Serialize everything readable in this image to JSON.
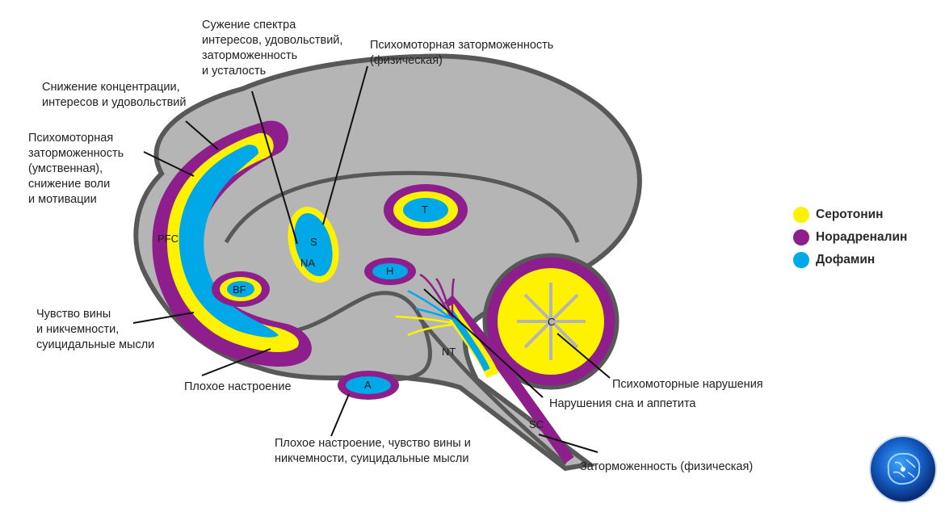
{
  "colors": {
    "brain_fill": "#b5b5b5",
    "outline": "#585858",
    "serotonin": "#fff200",
    "noradrenaline": "#8e1e8c",
    "dopamine": "#00a8e8"
  },
  "regions": {
    "pfc": "PFC",
    "bf": "BF",
    "s": "S",
    "na": "NA",
    "t": "T",
    "h": "H",
    "a": "A",
    "nt": "NT",
    "c": "C",
    "sc": "SC"
  },
  "labels": {
    "narrowing": "Сужение спектра\nинтересов, удовольствий,\nзаторможенность\nи усталость",
    "psychomotor_physical": "Психомоторная заторможенность\n(физическая)",
    "concentration": "Снижение концентрации,\nинтересов и удовольствий",
    "psychomotor_mental": "Психомоторная\nзаторможенность\n(умственная),\nснижение воли\nи мотивации",
    "guilt": "Чувство вины\nи никчемности,\nсуицидальные мысли",
    "bad_mood": "Плохое настроение",
    "bad_mood_guilt": "Плохое настроение, чувство вины и\nникчемности, суицидальные мысли",
    "psychomotor_disorders": "Психомоторные нарушения",
    "sleep": "Нарушения сна и аппетита",
    "retardation": "Заторможенность (физическая)"
  },
  "legend": [
    {
      "label": "Серотонин",
      "color": "#fff200"
    },
    {
      "label": "Норадреналин",
      "color": "#8e1e8c"
    },
    {
      "label": "Дофамин",
      "color": "#00a8e8"
    }
  ],
  "logo": {
    "icon": "brain-logo-icon"
  }
}
